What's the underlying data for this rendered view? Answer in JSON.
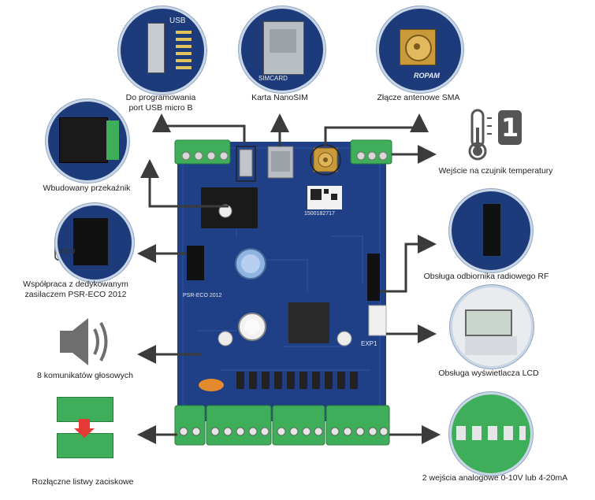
{
  "labels": {
    "usb": "Do programowania\nport USB micro B",
    "sim": "Karta NanoSIM",
    "antenna": "Złącze antenowe SMA",
    "temp": "Wejście na czujnik temperatury",
    "relay": "Wbudowany przekaźnik",
    "psu": "Współpraca z dedykowanym\nzasilaczem PSR-ECO 2012",
    "rf": "Obsługa odbiornika radiowego RF",
    "voice": "8 komunikatów głosowych",
    "lcd": "Obsługa wyświetlacza LCD",
    "terminals": "Rozłączne listwy zaciskowe",
    "analog": "2 wejścia analogowe 0-10V lub 4-20mA"
  },
  "board": {
    "serial": "1500182717",
    "sim_text": "SIMCARD",
    "usb_text": "USB",
    "psr_text": "PSR-ECO 2012",
    "exp_text": "EXP1",
    "ecap_text": "ECO",
    "temp_badge": "1",
    "brand": "ROPAM"
  },
  "colors": {
    "pcb": "#1f3f86",
    "terminal": "#3fae5a",
    "arrow": "#3b3b3b"
  }
}
